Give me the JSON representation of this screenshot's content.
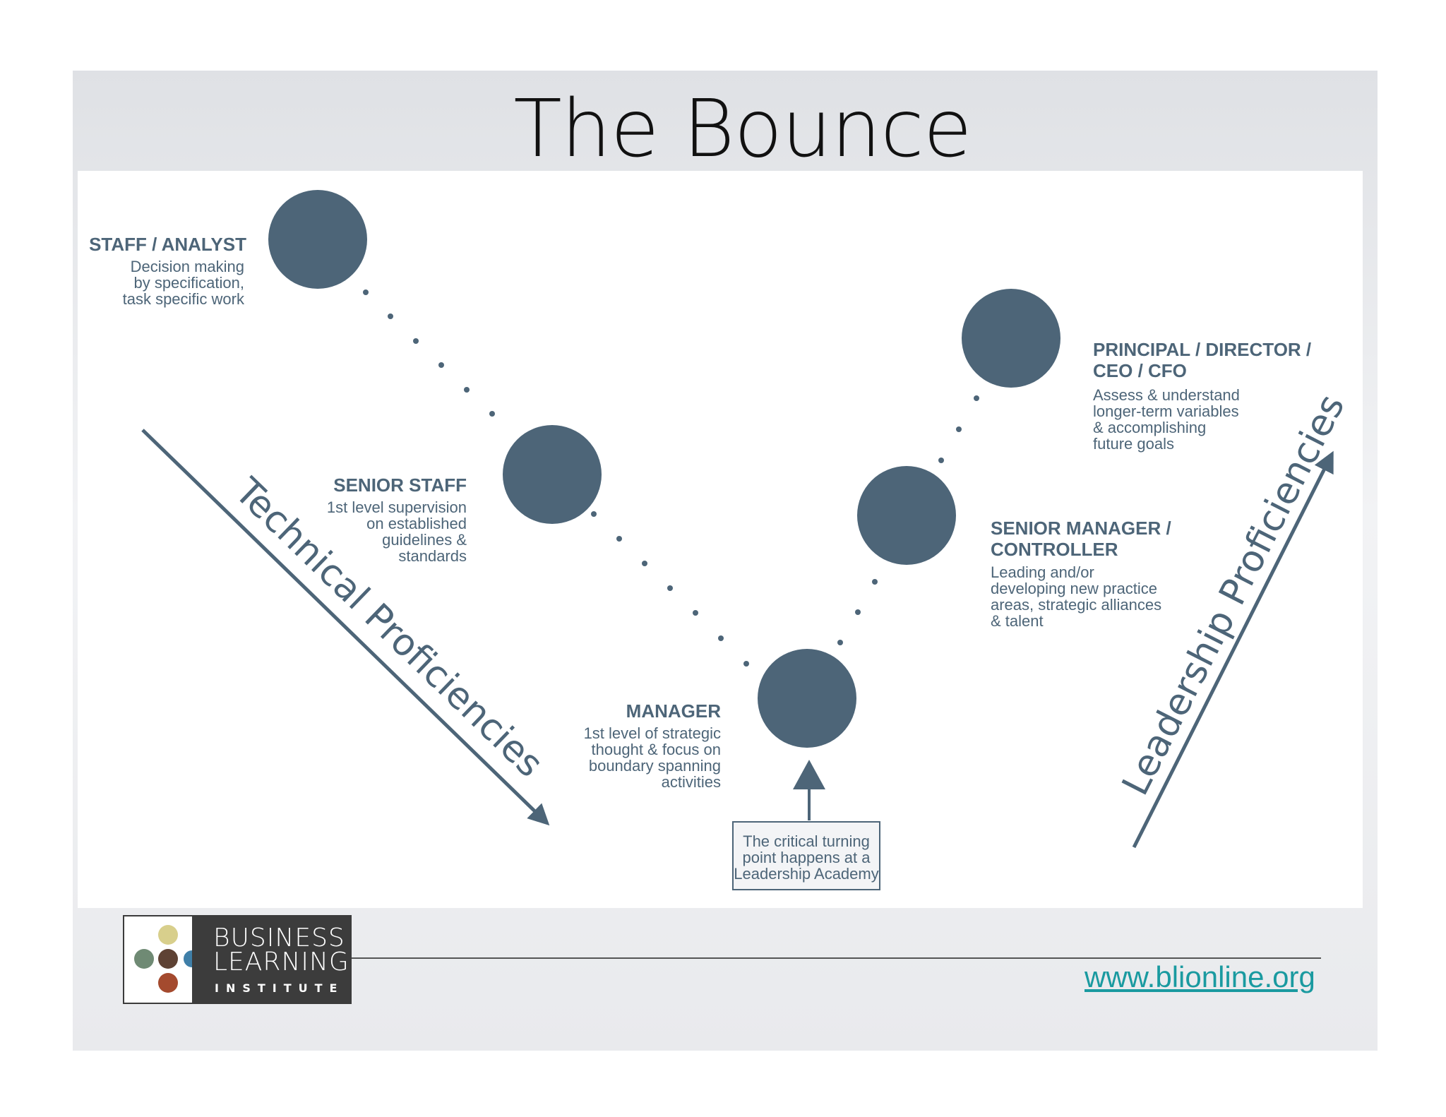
{
  "slide": {
    "title": "The Bounce"
  },
  "diagram": {
    "levels": [
      {
        "title": [
          "STAFF / ANALYST"
        ],
        "description": [
          "Decision making",
          "by specification,",
          "task specific work"
        ]
      },
      {
        "title": [
          "SENIOR STAFF"
        ],
        "description": [
          "1st level supervision",
          "on established",
          "guidelines &",
          "standards"
        ]
      },
      {
        "title": [
          "MANAGER"
        ],
        "description": [
          "1st level of strategic",
          "thought & focus on",
          "boundary spanning",
          "activities"
        ]
      },
      {
        "title": [
          "SENIOR MANAGER /",
          "CONTROLLER"
        ],
        "description": [
          "Leading and/or",
          "developing new practice",
          "areas, strategic alliances",
          "& talent"
        ]
      },
      {
        "title": [
          "PRINCIPAL / DIRECTOR /",
          "CEO / CFO"
        ],
        "description": [
          "Assess & understand",
          "longer-term variables",
          "& accomplishing",
          "future goals"
        ]
      }
    ],
    "axis_left": "Technical Proficiencies",
    "axis_right": "Leadership Proficiencies",
    "callout": [
      "The critical turning",
      "point happens at a",
      "Leadership Academy"
    ],
    "colors": {
      "node": "#4d6578",
      "text": "#4d6578"
    }
  },
  "footer": {
    "logo": {
      "line1": "BUSINESS",
      "line2": "LEARNING",
      "line3": "INSTITUTE",
      "dot_colors": [
        "#d8cf8c",
        "#6f8a74",
        "#5e4234",
        "#3f7fa8",
        "#a44a2e"
      ]
    },
    "url": "www.blionline.org"
  }
}
